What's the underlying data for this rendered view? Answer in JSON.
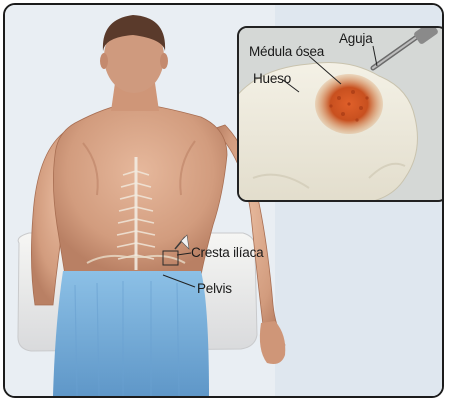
{
  "labels": {
    "cresta": "Cresta ilíaca",
    "pelvis": "Pelvis",
    "medula": "Médula ósea",
    "aguja": "Aguja",
    "hueso": "Hueso"
  },
  "colors": {
    "skin": "#d9a98c",
    "drape": "#7fb2dc",
    "bone": "#eeeadd",
    "marrow": "#c8501f"
  }
}
